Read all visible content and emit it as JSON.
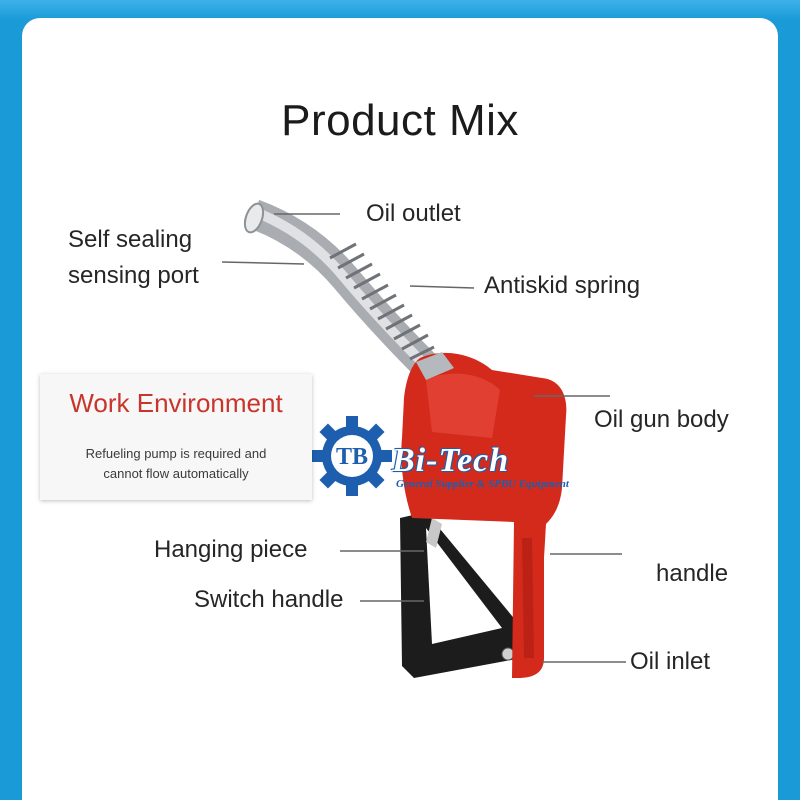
{
  "title": "Product Mix",
  "labels": {
    "oil_outlet": "Oil outlet",
    "self_sealing_line1": "Self sealing",
    "self_sealing_line2": "sensing port",
    "antiskid_spring": "Antiskid spring",
    "oil_gun_body": "Oil gun body",
    "hanging_piece": "Hanging piece",
    "switch_handle": "Switch handle",
    "handle": "handle",
    "oil_inlet": "Oil inlet"
  },
  "work_environment": {
    "title": "Work Environment",
    "line1": "Refueling pump is required and",
    "line2": "cannot flow automatically"
  },
  "watermark": {
    "name": "Bi-Tech",
    "tagline": "General Supplier & SPBU Equipment",
    "logo_letters": "TB"
  },
  "colors": {
    "frame": "#1a9ad6",
    "nozzle_body": "#d42a1c",
    "switch_handle": "#1c1c1c",
    "spout": "#b9bcc0",
    "env_title": "#c8352c"
  }
}
